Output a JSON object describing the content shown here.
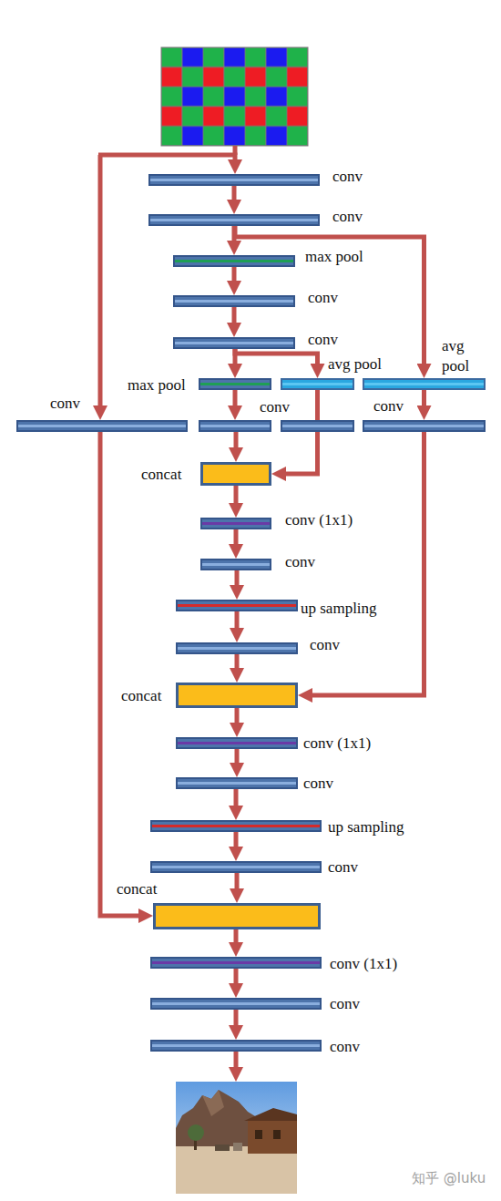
{
  "diagram": {
    "nodes": [
      {
        "text": [
          "conv"
        ]
      },
      {
        "text": [
          "conv"
        ]
      },
      {
        "text": [
          "max pool"
        ]
      },
      {
        "text": [
          "conv"
        ]
      },
      {
        "text": [
          "conv"
        ]
      },
      {
        "text": [
          "max pool"
        ]
      },
      {
        "text": [
          "avg pool"
        ]
      },
      {
        "text": [
          "avg pool"
        ]
      },
      {
        "text": [
          "conv"
        ]
      },
      {
        "text": [
          "conv"
        ]
      },
      {
        "text": [
          "conv"
        ]
      },
      {
        "text": [
          "concat"
        ]
      },
      {
        "text": [
          "conv (1x1)"
        ]
      },
      {
        "text": [
          "conv"
        ]
      },
      {
        "text": [
          "up sampling"
        ]
      },
      {
        "text": [
          "conv"
        ]
      },
      {
        "text": [
          "concat"
        ]
      },
      {
        "text": [
          "conv (1x1)"
        ]
      },
      {
        "text": [
          "conv"
        ]
      },
      {
        "text": [
          "up sampling"
        ]
      },
      {
        "text": [
          "conv"
        ]
      },
      {
        "text": [
          "concat"
        ]
      },
      {
        "text": [
          "conv (1x1)"
        ]
      },
      {
        "text": [
          "conv"
        ]
      },
      {
        "text": [
          "conv"
        ]
      }
    ],
    "edges": [
      {
        "from": 0,
        "to": 1,
        "arrow": "to"
      },
      {
        "from": 1,
        "to": 2,
        "arrow": "to"
      },
      {
        "from": 1,
        "to": 7,
        "arrow": "to"
      },
      {
        "from": 2,
        "to": 3,
        "arrow": "to"
      },
      {
        "from": 3,
        "to": 4,
        "arrow": "to"
      },
      {
        "from": 4,
        "to": 5,
        "arrow": "to"
      },
      {
        "from": 4,
        "to": 6,
        "arrow": "to"
      },
      {
        "from": 5,
        "to": 9,
        "arrow": "to"
      },
      {
        "from": 6,
        "to": 11,
        "arrow": "to"
      },
      {
        "from": 7,
        "to": 10,
        "arrow": "to"
      },
      {
        "from": 8,
        "to": 21,
        "arrow": "to"
      },
      {
        "from": 9,
        "to": 11,
        "arrow": "to"
      },
      {
        "from": 10,
        "to": 16,
        "arrow": "to"
      },
      {
        "from": 11,
        "to": 12,
        "arrow": "to"
      },
      {
        "from": 12,
        "to": 13,
        "arrow": "to"
      },
      {
        "from": 13,
        "to": 14,
        "arrow": "to"
      },
      {
        "from": 14,
        "to": 15,
        "arrow": "to"
      },
      {
        "from": 15,
        "to": 16,
        "arrow": "to"
      },
      {
        "from": 16,
        "to": 17,
        "arrow": "to"
      },
      {
        "from": 17,
        "to": 18,
        "arrow": "to"
      },
      {
        "from": 18,
        "to": 19,
        "arrow": "to"
      },
      {
        "from": 19,
        "to": 20,
        "arrow": "to"
      },
      {
        "from": 20,
        "to": 21,
        "arrow": "to"
      },
      {
        "from": 21,
        "to": 22,
        "arrow": "to"
      },
      {
        "from": 22,
        "to": 23,
        "arrow": "to"
      },
      {
        "from": 23,
        "to": 24,
        "arrow": "to"
      }
    ],
    "labels": [
      "知乎 @luku"
    ]
  }
}
